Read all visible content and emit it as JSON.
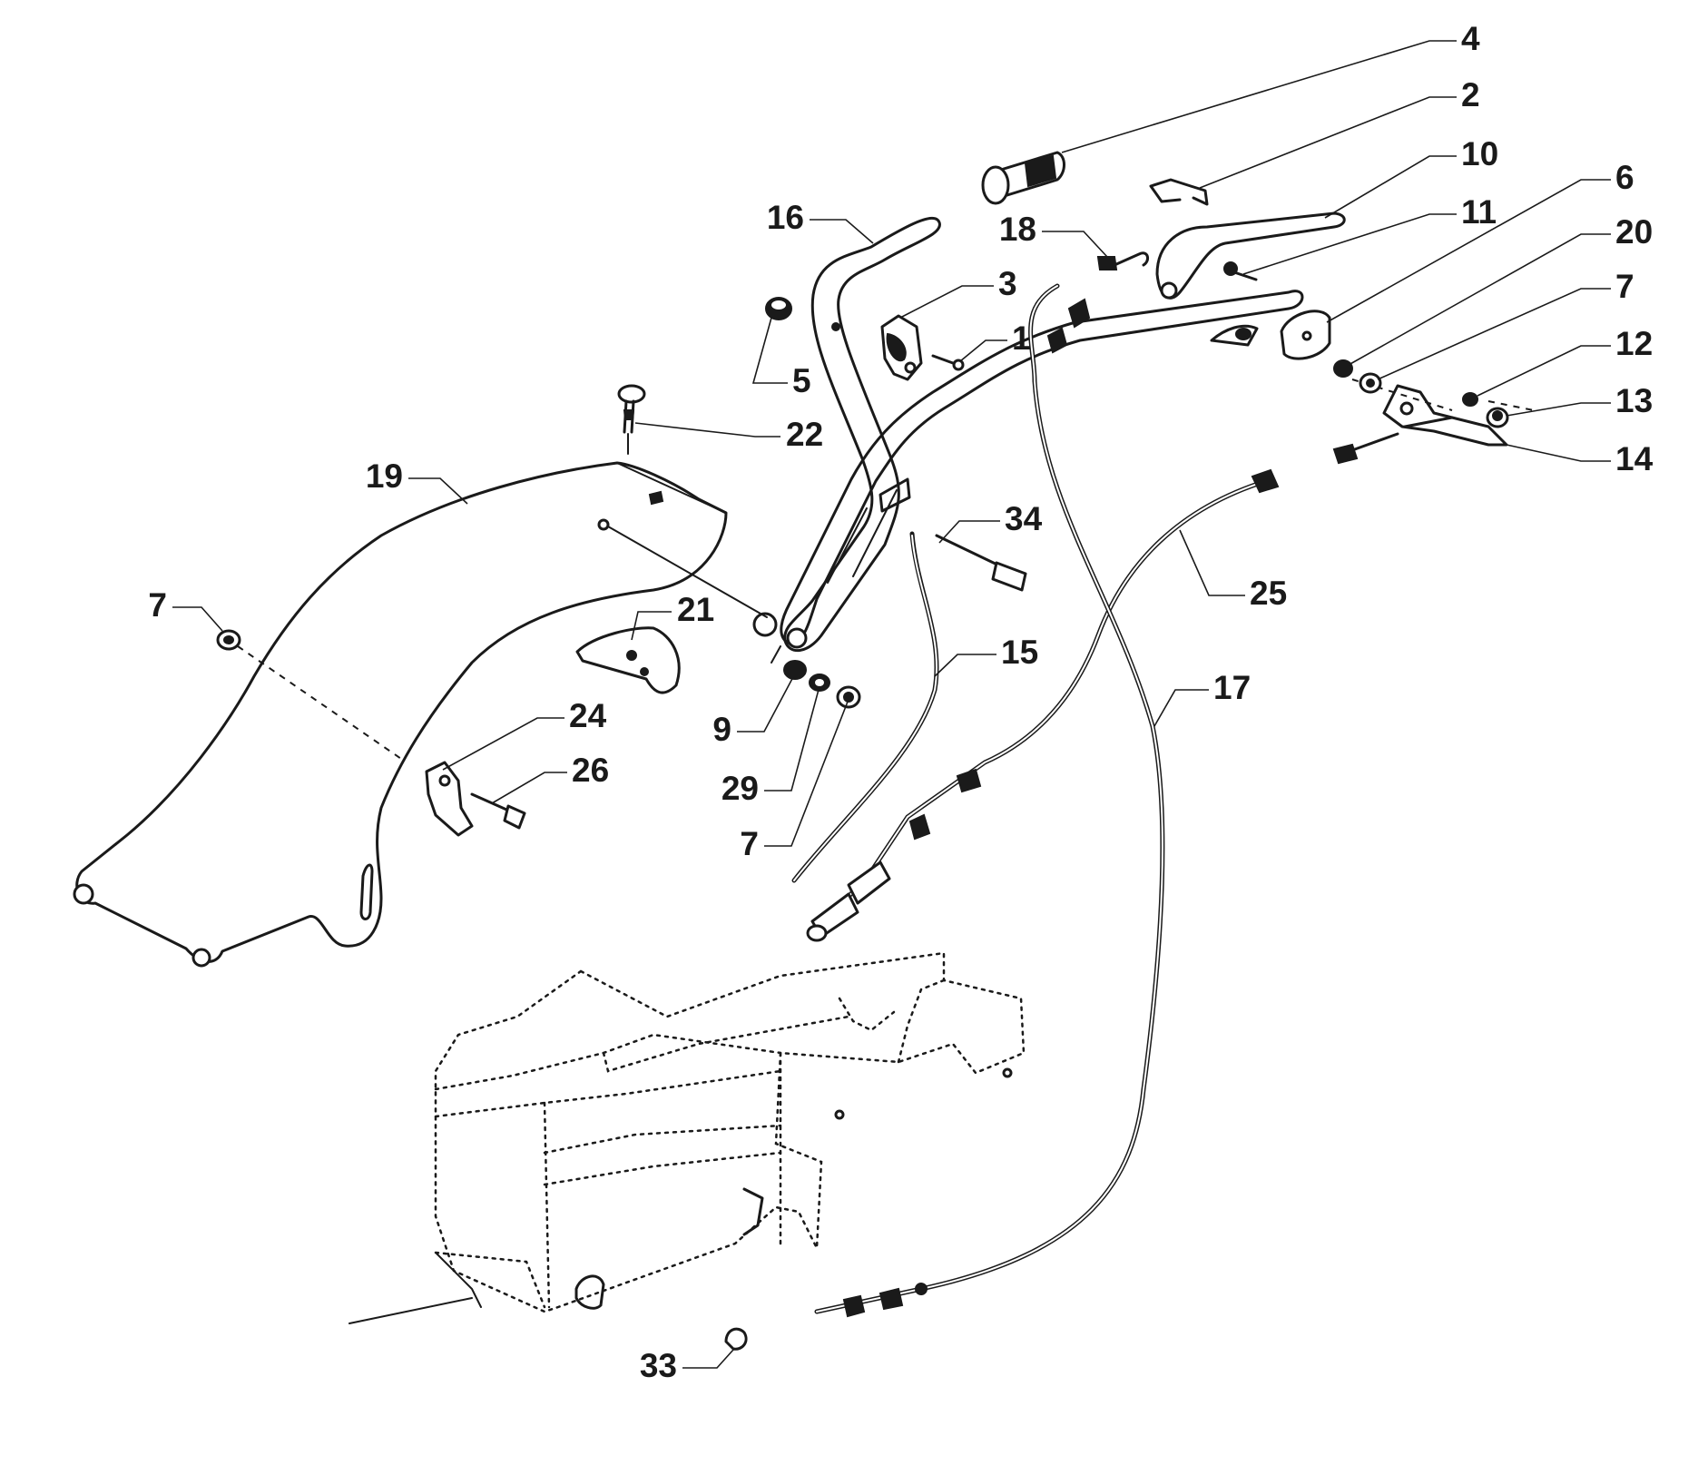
{
  "callouts": [
    "4",
    "2",
    "10",
    "16",
    "18",
    "11",
    "6",
    "3",
    "20",
    "1",
    "7",
    "12",
    "5",
    "13",
    "22",
    "14",
    "19",
    "34",
    "25",
    "7",
    "21",
    "15",
    "17",
    "24",
    "9",
    "26",
    "29",
    "7",
    "33"
  ]
}
